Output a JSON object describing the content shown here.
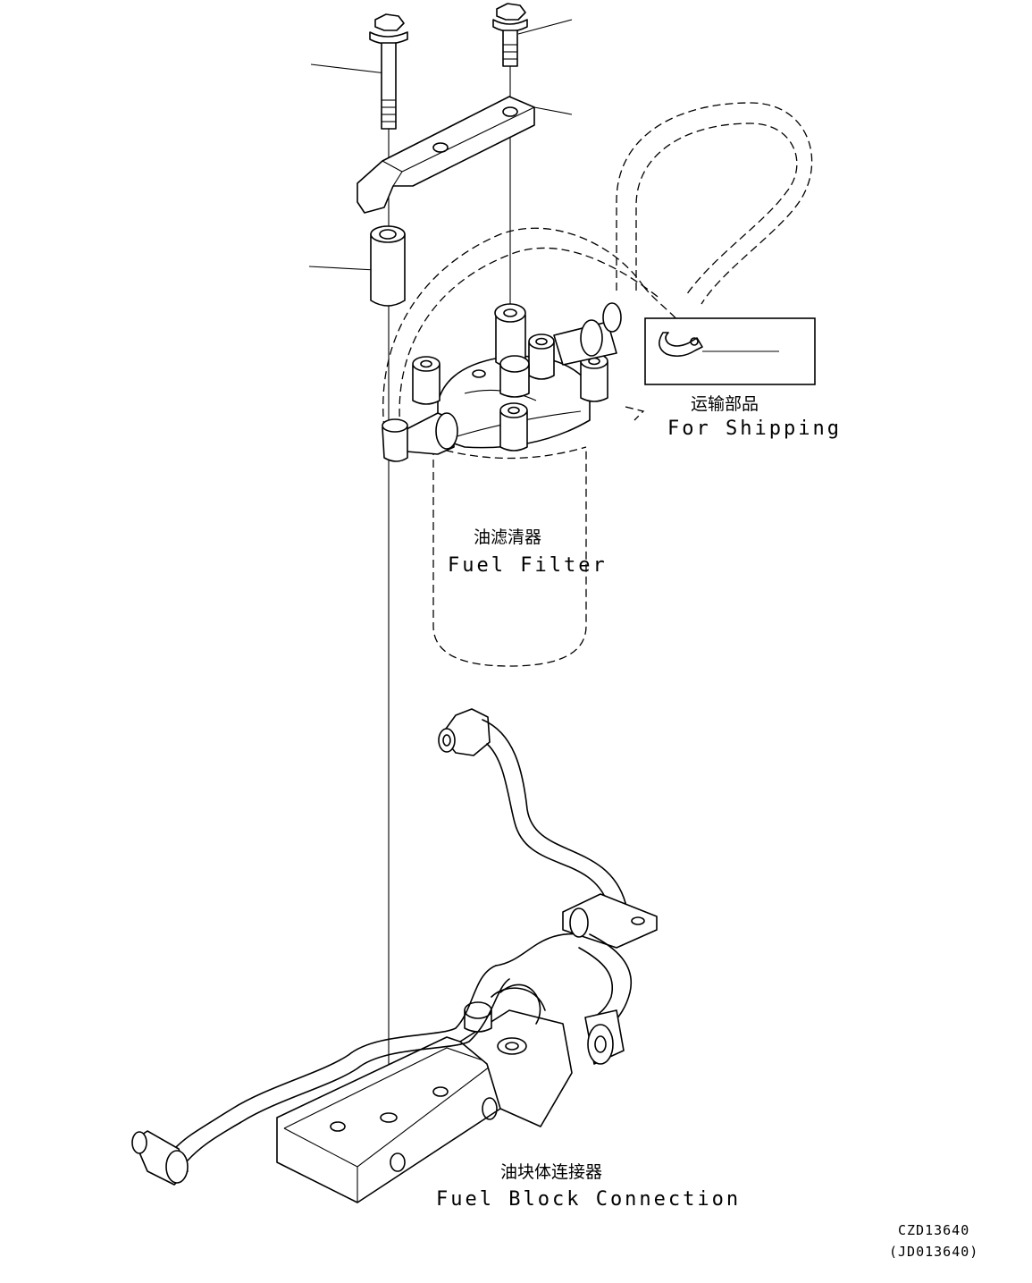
{
  "drawing_id": "CZD13640",
  "drawing_id_alt": "(JD013640)",
  "labels": {
    "fuel_filter_cn": "油滤清器",
    "fuel_filter_en": "Fuel Filter",
    "for_shipping_cn": "运输部品",
    "for_shipping_en": "For Shipping",
    "fuel_block_cn": "油块体连接器",
    "fuel_block_en": "Fuel Block Connection"
  }
}
